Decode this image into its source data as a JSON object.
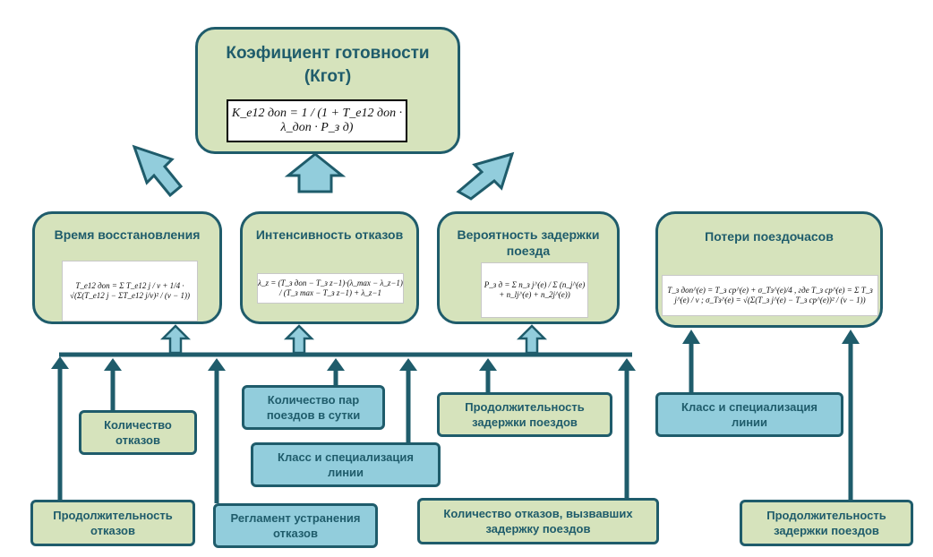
{
  "main": {
    "title_line1": "Коэфициент готовности",
    "title_line2": "(Кгот)",
    "formula": "K_e12 доп = 1 / (1 + T_e12 доп · λ_доп · P_з д)"
  },
  "factors": [
    {
      "title": "Время восстановления",
      "formula": "T_e12 доп = Σ T_e12 j / ν + 1/4 · √(Σ(T_e12 j − ΣT_e12 j/ν)² / (ν − 1))"
    },
    {
      "title": "Интенсивность отказов",
      "formula": "λ_z = (T_з доп − T_з z−1)·(λ_max − λ_z−1) / (T_з max − T_з z−1) + λ_z−1"
    },
    {
      "title": "Вероятность задержки поезда",
      "formula": "P_з д = Σ n_з j^(e) / Σ (n_j^(e) + n_lj^(e) + n_2j^(e))"
    },
    {
      "title": "Потери поездочасов",
      "formula": "T_з доп^(e) = T_з ср^(e) + σ_Tз^(e)/4 , где T_з ср^(e) = Σ T_з j^(e) / ν ; σ_Tз^(e) = √(Σ(T_з j^(e) − T_з ср^(e))² / (ν − 1))"
    }
  ],
  "inputs": {
    "kolichestvo_otkazov": "Количество отказов",
    "prodolzh_otkazov": "Продолжительность отказов",
    "reglament": "Регламент устранения отказов",
    "kol_par": "Количество пар поездов в сутки",
    "klass_1": "Класс и специализация линии",
    "prodolzh_zaderzhki_1": "Продолжительность задержки поездов",
    "kol_otkazov_zaderzhka": "Количество отказов, вызвавших задержку поездов",
    "klass_2": "Класс и специализация линии",
    "prodolzh_zaderzhki_2": "Продолжительность задержки поездов"
  },
  "colors": {
    "border": "#1f5c6b",
    "green": "#d6e3bc",
    "blue": "#92cddc"
  }
}
